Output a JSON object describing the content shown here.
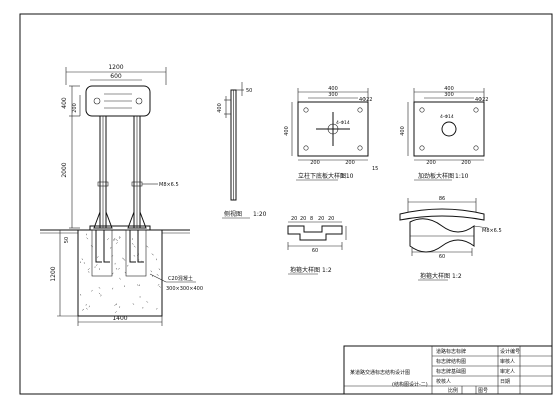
{
  "drawing": {
    "dimensions": {
      "sign_total_width": "1200",
      "sign_board_width": "600",
      "board_height": "400",
      "board_upper": "200",
      "post_height": "2000",
      "base_height": "1200",
      "base_width": "1400",
      "base_top": "50",
      "clamp_height": "400",
      "clamp_top": "50",
      "plate_width": "400",
      "plate_half": "200",
      "plate_edge": "15",
      "plate_inner": "300",
      "plate_height": "400",
      "plate_offset": "40",
      "clip_dims": [
        "20",
        "20",
        "8",
        "20",
        "20"
      ],
      "clip_width": "60",
      "saddle_top": "86",
      "saddle_bottom": "60"
    },
    "labels": {
      "bolt_a": "M8×6.5",
      "bolt_b": "M8×6.5",
      "bolt_c": "M8×6.5",
      "hole_a": "4-Φ14",
      "hole_b": "4-Φ14",
      "plate_note_a": "4Φ22",
      "plate_note_b": "4Φ22",
      "concrete_note": "C20混凝土",
      "concrete_note2": "300×300×400",
      "side_view_caption": "侧视图",
      "side_view_scale": "1:20",
      "plate_a_caption": "立柱下底板大样图",
      "plate_a_scale": "1:10",
      "plate_b_caption": "加劲板大样图",
      "plate_b_scale": "1:10",
      "clip_caption": "抱箍大样图",
      "clip_scale": "1:2",
      "saddle_caption": "抱箍大样图",
      "saddle_scale": "1:2"
    },
    "title_block": {
      "rows": [
        "道路标志标牌",
        "标志牌结构图",
        "标志牌基础图",
        "校核人"
      ],
      "right_rows": [
        "设计编号",
        "审核人",
        "审定人",
        "日期"
      ],
      "project": "某道路交通标志结构设计图",
      "sheet_no": "(结构图设计-二)",
      "scale_label": "比例",
      "sheet_label": "图号"
    }
  }
}
